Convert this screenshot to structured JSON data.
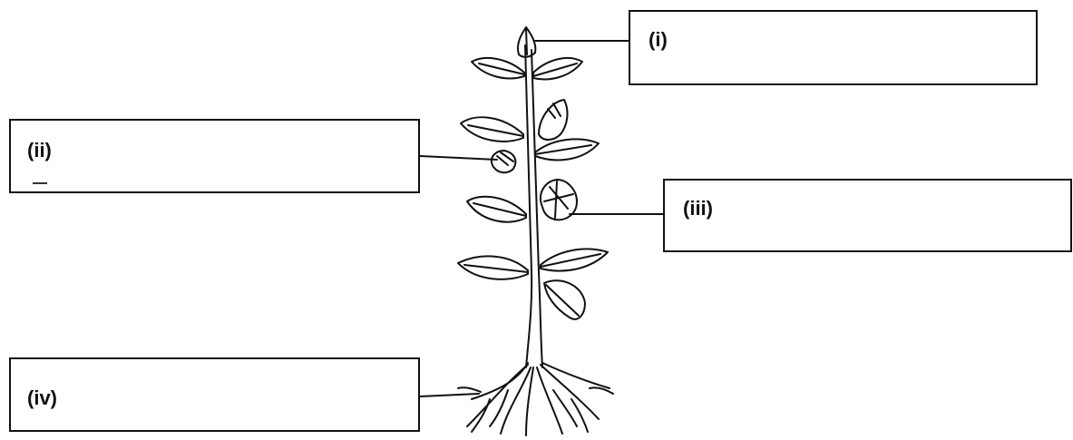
{
  "labels": {
    "i": "(i)",
    "ii": "(ii)",
    "iii": "(iii)",
    "iv": "(iv)"
  },
  "answers": {
    "i": "",
    "ii": "",
    "iii": "",
    "iv": ""
  },
  "colors": {
    "ink": "#111111",
    "background": "#ffffff"
  }
}
